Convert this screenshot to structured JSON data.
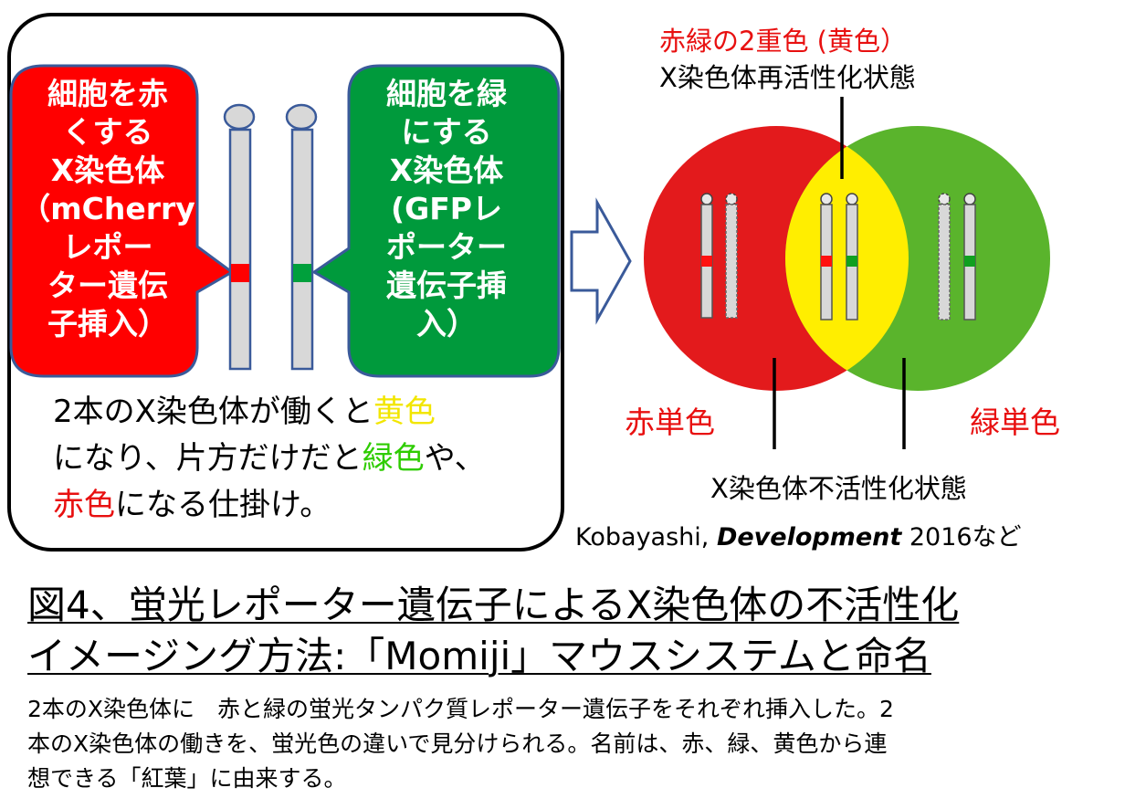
{
  "panel": {
    "red_bubble_lines": [
      "細胞を赤",
      "くする",
      "X染色体",
      "（mCherry",
      "レポー",
      "ター遺伝",
      "子挿入）"
    ],
    "green_bubble_lines": [
      "細胞を緑",
      "にする",
      "X染色体",
      "(GFPレ",
      "ポーター",
      "遺伝子挿",
      "入）"
    ],
    "desc_line1_a": "2本のX染色体が働くと",
    "desc_line1_yellow": "黄色",
    "desc_line2_a": "になり、片方だけだと",
    "desc_line2_green": "緑色",
    "desc_line2_b": "や、",
    "desc_line3_red": "赤色",
    "desc_line3_b": "になる仕掛け。"
  },
  "venn": {
    "top_label_red": "赤緑の2重色 (黄色）",
    "top_label_state": "X染色体再活性化状態",
    "left_label": "赤単色",
    "right_label": "緑単色",
    "bottom_label": "X染色体不活性化状態",
    "colors": {
      "red": "#e31a1c",
      "green": "#5ab42c",
      "yellow": "#ffee00"
    }
  },
  "citation": {
    "author": "Kobayashi, ",
    "journal": "Development",
    "rest": " 2016など"
  },
  "figure": {
    "title_line1": "図4、蛍光レポーター遺伝子によるX染色体の不活性化",
    "title_line2": "イメージング方法:「Momiji」マウスシステムと命名",
    "caption_lines": [
      "2本のX染色体に　赤と緑の蛍光タンパク質レポーター遺伝子をそれぞれ挿入した。2",
      "本のX染色体の働きを、蛍光色の違いで見分けられる。名前は、赤、緑、黄色から連",
      "想できる「紅葉」に由来する。"
    ]
  }
}
